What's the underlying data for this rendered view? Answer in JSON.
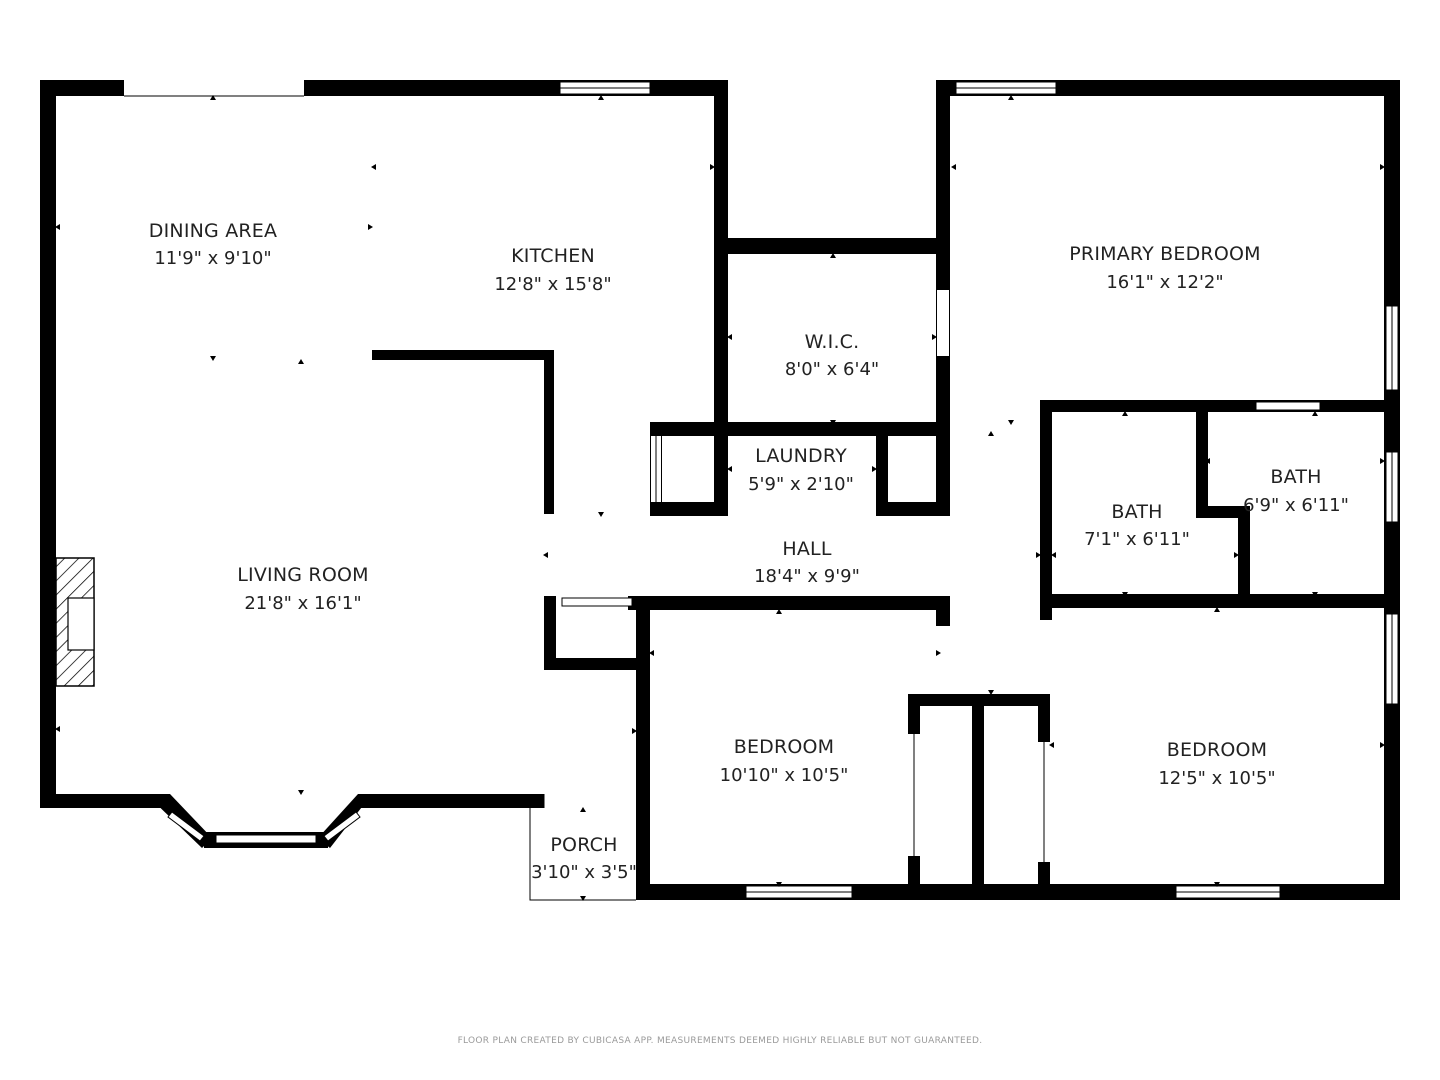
{
  "colors": {
    "wall": "#000000",
    "background": "#ffffff",
    "text": "#222222",
    "window": "#ffffff",
    "footer": "#9a9a9a"
  },
  "rooms": [
    {
      "key": "dining",
      "name": "DINING AREA",
      "dims": "11'9\" x 9'10\""
    },
    {
      "key": "kitchen",
      "name": "KITCHEN",
      "dims": "12'8\" x 15'8\""
    },
    {
      "key": "wic",
      "name": "W.I.C.",
      "dims": "8'0\" x 6'4\""
    },
    {
      "key": "primary",
      "name": "PRIMARY BEDROOM",
      "dims": "16'1\" x 12'2\""
    },
    {
      "key": "laundry",
      "name": "LAUNDRY",
      "dims": "5'9\" x 2'10\""
    },
    {
      "key": "bath1",
      "name": "BATH",
      "dims": "7'1\" x 6'11\""
    },
    {
      "key": "bath2",
      "name": "BATH",
      "dims": "6'9\" x 6'11\""
    },
    {
      "key": "hall",
      "name": "HALL",
      "dims": "18'4\" x 9'9\""
    },
    {
      "key": "living",
      "name": "LIVING ROOM",
      "dims": "21'8\" x 16'1\""
    },
    {
      "key": "bedroom1",
      "name": "BEDROOM",
      "dims": "10'10\" x 10'5\""
    },
    {
      "key": "bedroom2",
      "name": "BEDROOM",
      "dims": "12'5\" x 10'5\""
    },
    {
      "key": "porch",
      "name": "PORCH",
      "dims": "3'10\" x 3'5\""
    }
  ],
  "footer": "FLOOR PLAN CREATED BY CUBICASA APP. MEASUREMENTS DEEMED HIGHLY RELIABLE BUT NOT GUARANTEED."
}
